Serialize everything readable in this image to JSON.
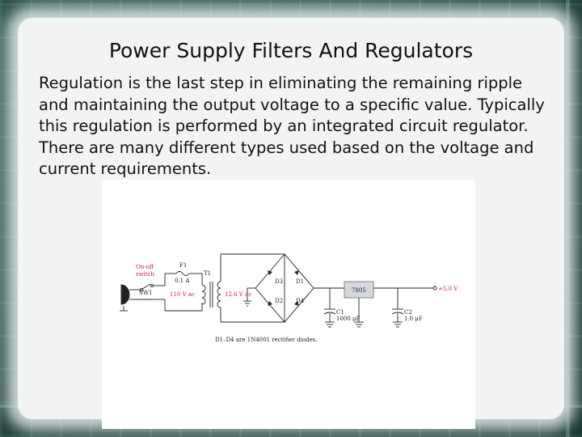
{
  "slide": {
    "title": "Power Supply Filters And Regulators",
    "body": "Regulation is the last step in eliminating the remaining ripple and maintaining the output voltage to a specific value. Typically this regulation is performed by an integrated circuit regulator. There are many different types used based on the voltage and current requirements."
  },
  "diagram": {
    "switch_label_line1": "On-off",
    "switch_label_line2": "switch",
    "switch_name": "SW1",
    "fuse_name": "F1",
    "fuse_rating": "0.1 A",
    "transformer_name": "T1",
    "input_voltage": "110 V ac",
    "secondary_voltage": "12.6 V ac",
    "diode_1": "D1",
    "diode_2": "D2",
    "diode_3": "D3",
    "diode_4": "D4",
    "regulator": "7805",
    "cap_1_name": "C1",
    "cap_1_value": "1000 μF",
    "cap_2_name": "C2",
    "cap_2_value": "1.0 μF",
    "output_voltage": "+5.0 V",
    "note": "D1–D4 are 1N4001 rectifier diodes."
  },
  "colors": {
    "background": "#274843",
    "frame": "#f2f4f3",
    "annotation_red": "#c0263d"
  }
}
